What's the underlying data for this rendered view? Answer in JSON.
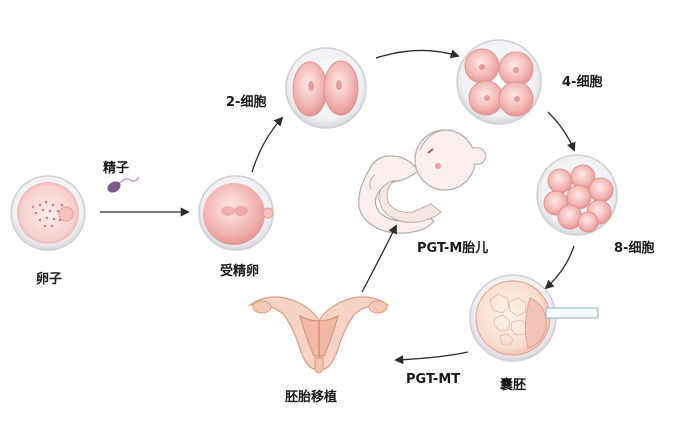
{
  "labels": {
    "egg": "卵子",
    "sperm": "精子",
    "zygote": "受精卵",
    "cell2": "2-细胞",
    "cell4": "4-细胞",
    "cell8": "8-细胞",
    "blastocyst": "囊胚",
    "pgt_mt": "PGT-MT",
    "transfer": "胚胎移植",
    "fetus": "PGT-M胎儿"
  },
  "colors": {
    "cell_pink": "#f3b7b5",
    "cell_light": "#fbe4e2",
    "zona": "#e9e9ec",
    "arrow": "#2b2b2b",
    "sperm_head": "#7a5a86"
  }
}
